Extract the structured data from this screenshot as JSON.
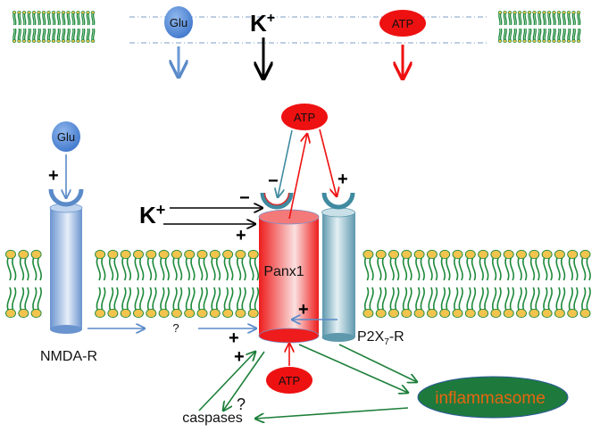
{
  "inset": {
    "molecules": [
      {
        "label": "Glu",
        "color": "#4a86d8"
      },
      {
        "label": "K",
        "sup": "+"
      },
      {
        "label": "ATP",
        "color": "#ee1111"
      }
    ]
  },
  "main": {
    "glu_label": "Glu",
    "nmda_label": "NMDA-R",
    "k_label": "K",
    "k_sup": "+",
    "atp_top_label": "ATP",
    "atp_bottom_label": "ATP",
    "panx_label": "Panx1",
    "p2x_label_main": "P2X",
    "p2x_label_sub": "7",
    "p2x_label_suffix": "-R",
    "question_mid": "?",
    "question_caspase": "?",
    "caspases_label": "caspases",
    "inflammasome_label": "inflammasome",
    "signs": {
      "glu_nmda": "+",
      "k_upper": "−",
      "k_lower": "+",
      "atp_panx": "−",
      "atp_p2x": "+",
      "p2x_panx": "+",
      "nmda_panx": "+",
      "caspase_panx": "+"
    }
  },
  "colors": {
    "glu_blue": "#5b8fd6",
    "arrow_blue": "#5a8ac8",
    "teal": "#3f8aa0",
    "red": "#ee1111",
    "green": "#1d7f3a",
    "membrane_tail": "#1f8a3c",
    "membrane_head": "#f2c44e",
    "inflammasome_fill": "#1e7a3c",
    "inflammasome_text": "#e8650f"
  }
}
